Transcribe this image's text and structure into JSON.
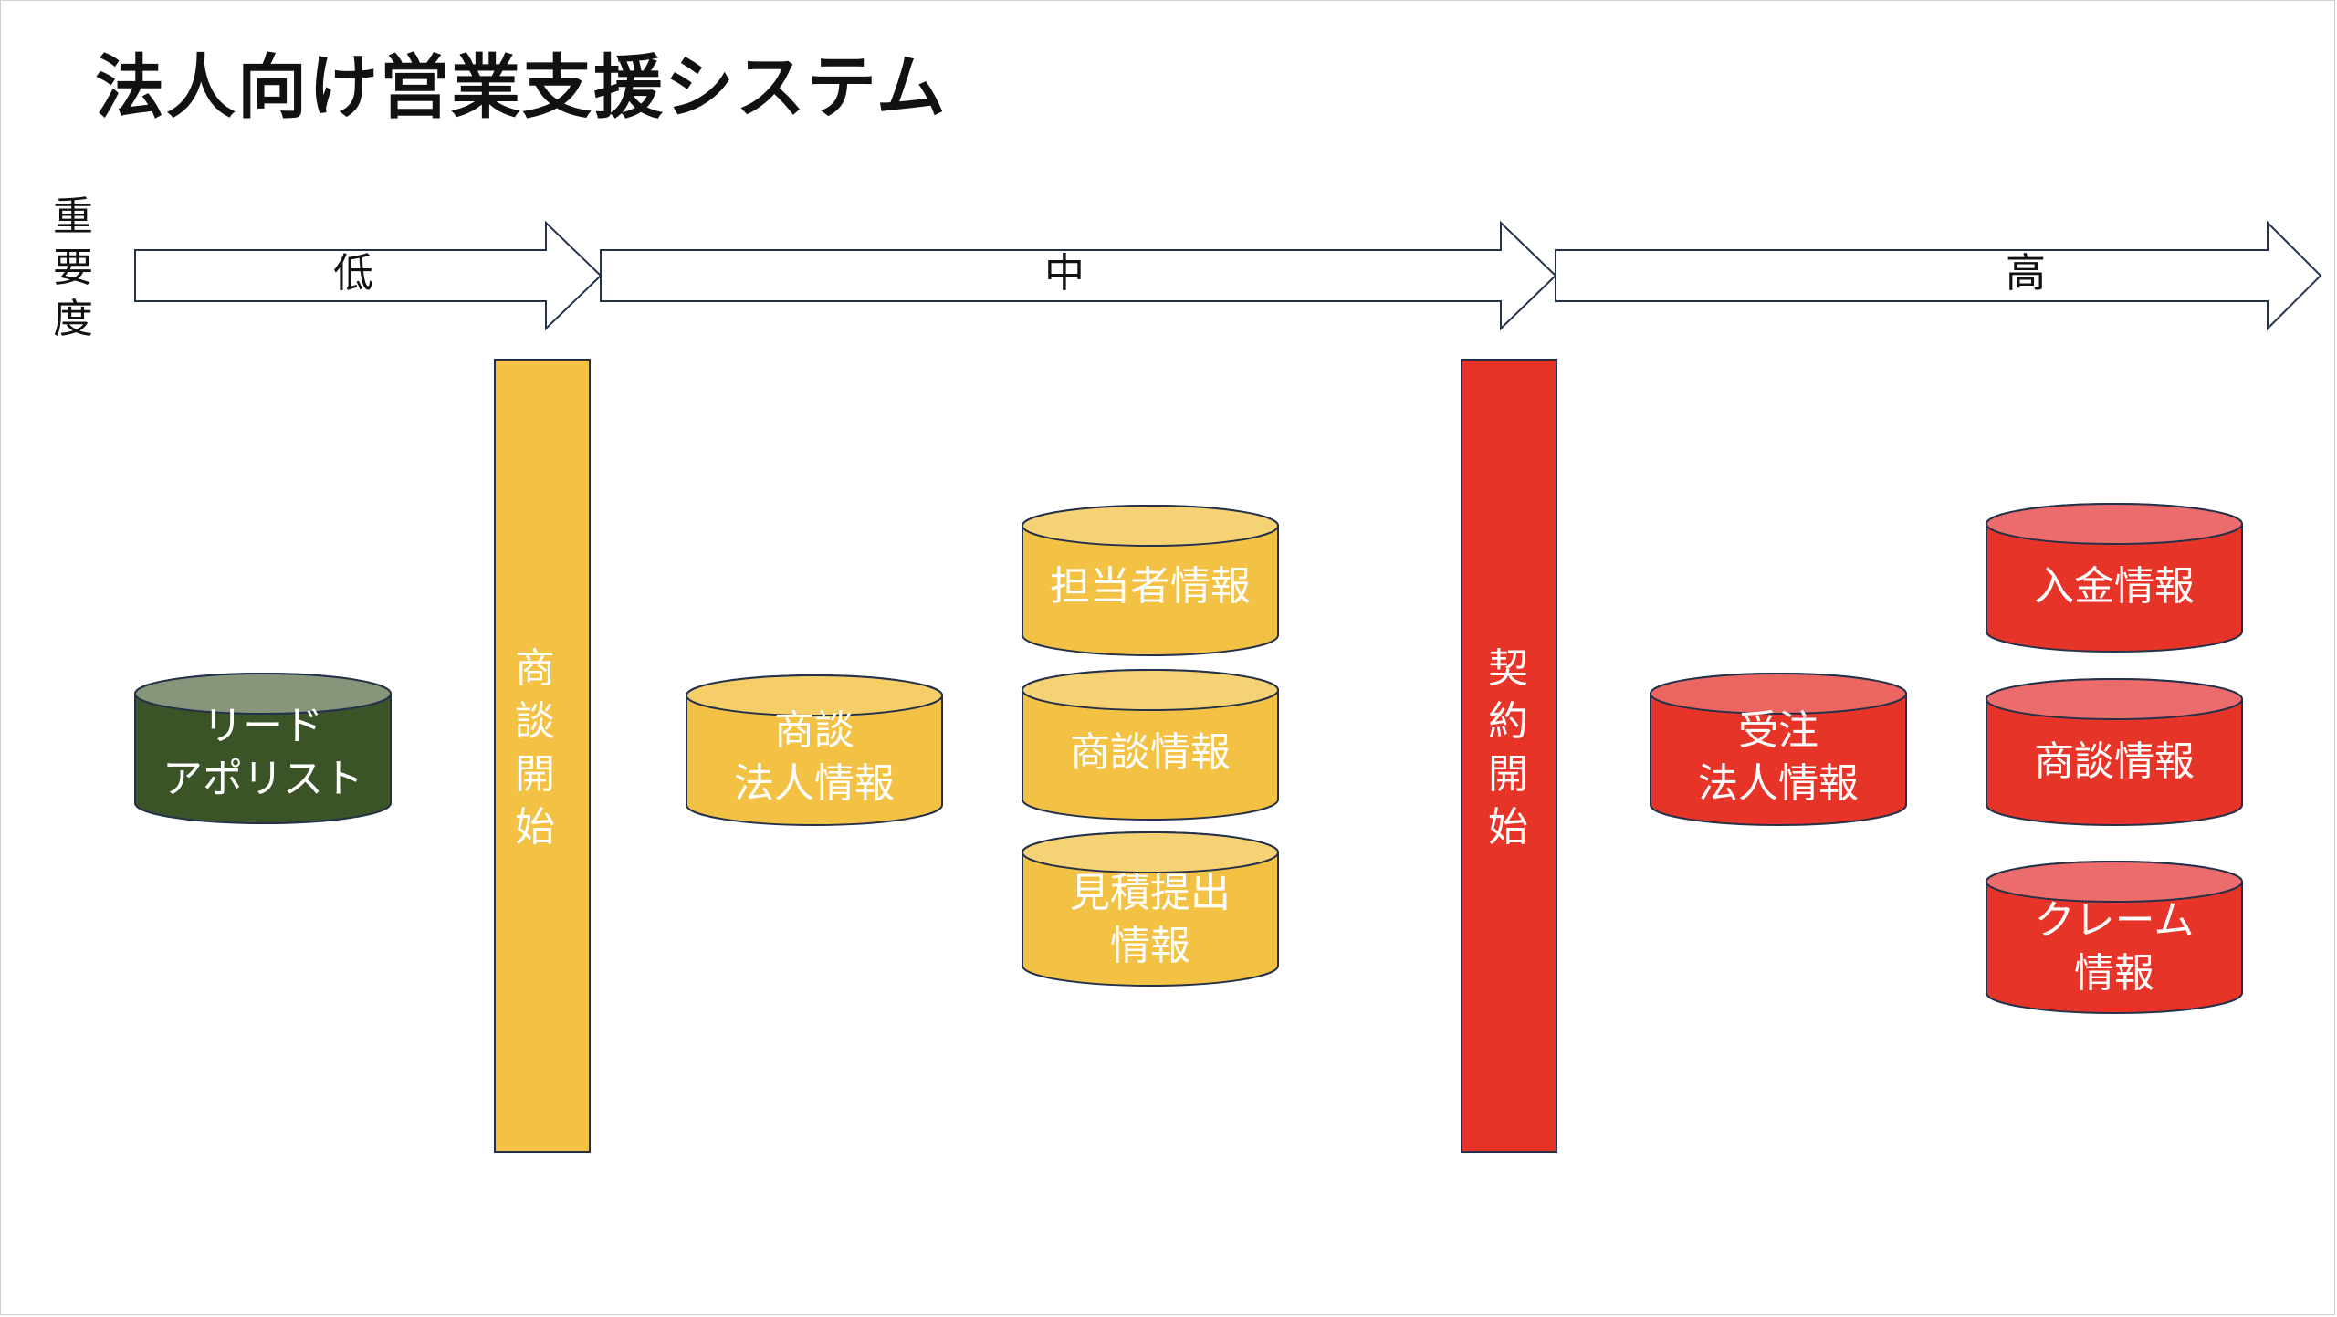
{
  "title": "法人向け営業支援システム",
  "axis_label": "重要度",
  "stages": [
    {
      "id": "low",
      "label": "低"
    },
    {
      "id": "mid",
      "label": "中"
    },
    {
      "id": "high",
      "label": "高"
    }
  ],
  "milestones": [
    {
      "id": "deal-start",
      "label": "商談開始",
      "color": "#f3c143"
    },
    {
      "id": "contract-start",
      "label": "契約開始",
      "color": "#e73428"
    }
  ],
  "nodes": [
    {
      "id": "lead-appointment",
      "label": "リード\nアポリスト",
      "stage": "low",
      "color": "#3a5428",
      "top": "#87957a"
    },
    {
      "id": "deal-corporate-info",
      "label": "商談\n法人情報",
      "stage": "mid",
      "color": "#f3c143",
      "top": "#f5ce67"
    },
    {
      "id": "contact-person-info",
      "label": "担当者情報",
      "stage": "mid",
      "color": "#f3c143",
      "top": "#f5d374"
    },
    {
      "id": "mid-deal-info",
      "label": "商談情報",
      "stage": "mid",
      "color": "#f3c143",
      "top": "#f5d374"
    },
    {
      "id": "quote-submission-info",
      "label": "見積提出\n情報",
      "stage": "mid",
      "color": "#f3c143",
      "top": "#f5d374"
    },
    {
      "id": "order-corporate-info",
      "label": "受注\n法人情報",
      "stage": "high",
      "color": "#e73428",
      "top": "#eb6660"
    },
    {
      "id": "payment-info",
      "label": "入金情報",
      "stage": "high",
      "color": "#e73428",
      "top": "#ec6b6b"
    },
    {
      "id": "high-deal-info",
      "label": "商談情報",
      "stage": "high",
      "color": "#e73428",
      "top": "#ec6b6b"
    },
    {
      "id": "complaint-info",
      "label": "クレーム\n情報",
      "stage": "high",
      "color": "#e73428",
      "top": "#ec6b6b"
    }
  ],
  "colors": {
    "outline": "#23314a",
    "arrow_fill": "#ffffff",
    "label_light": "#ffffff"
  }
}
